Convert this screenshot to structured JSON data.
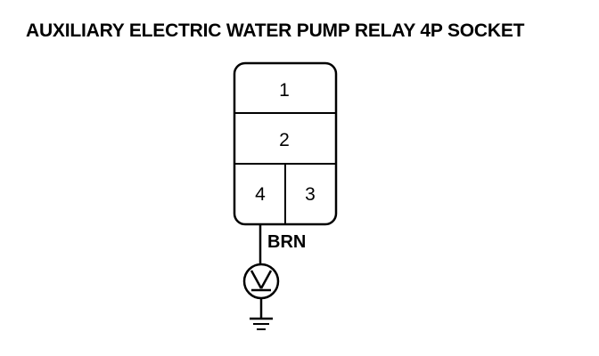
{
  "title": "AUXILIARY ELECTRIC WATER PUMP RELAY 4P SOCKET",
  "connector": {
    "pins": [
      {
        "number": "1"
      },
      {
        "number": "2"
      },
      {
        "number": "4"
      },
      {
        "number": "3"
      }
    ]
  },
  "wire": {
    "color_label": "BRN"
  },
  "symbols": {
    "voltmeter": "voltmeter-icon",
    "ground": "ground-icon"
  }
}
